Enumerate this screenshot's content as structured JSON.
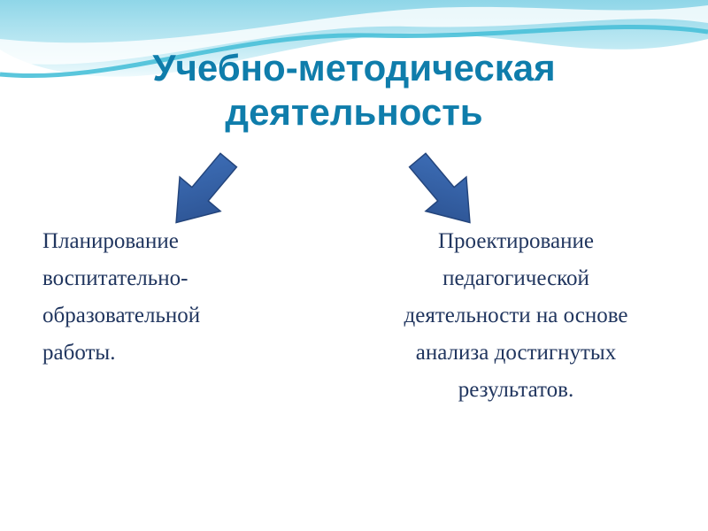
{
  "slide": {
    "title": {
      "line1": "Учебно-методическая",
      "line2": "деятельность"
    },
    "left_block": {
      "lines": [
        "Планирование",
        "воспитательно-",
        "образовательной",
        "работы."
      ]
    },
    "right_block": {
      "lines": [
        "Проектирование",
        "педагогической",
        "деятельности на основе",
        "анализа достигнутых",
        "результатов."
      ]
    }
  },
  "icons": {
    "arrow_left": "arrow-down-left",
    "arrow_right": "arrow-down-right"
  },
  "colors": {
    "title": "#0f7dab",
    "body": "#21365f",
    "arrow": "#33609f",
    "arrow_light": "#3f71bb",
    "wave_line": "#49c0d8",
    "wave_band": "#9fdcec"
  }
}
